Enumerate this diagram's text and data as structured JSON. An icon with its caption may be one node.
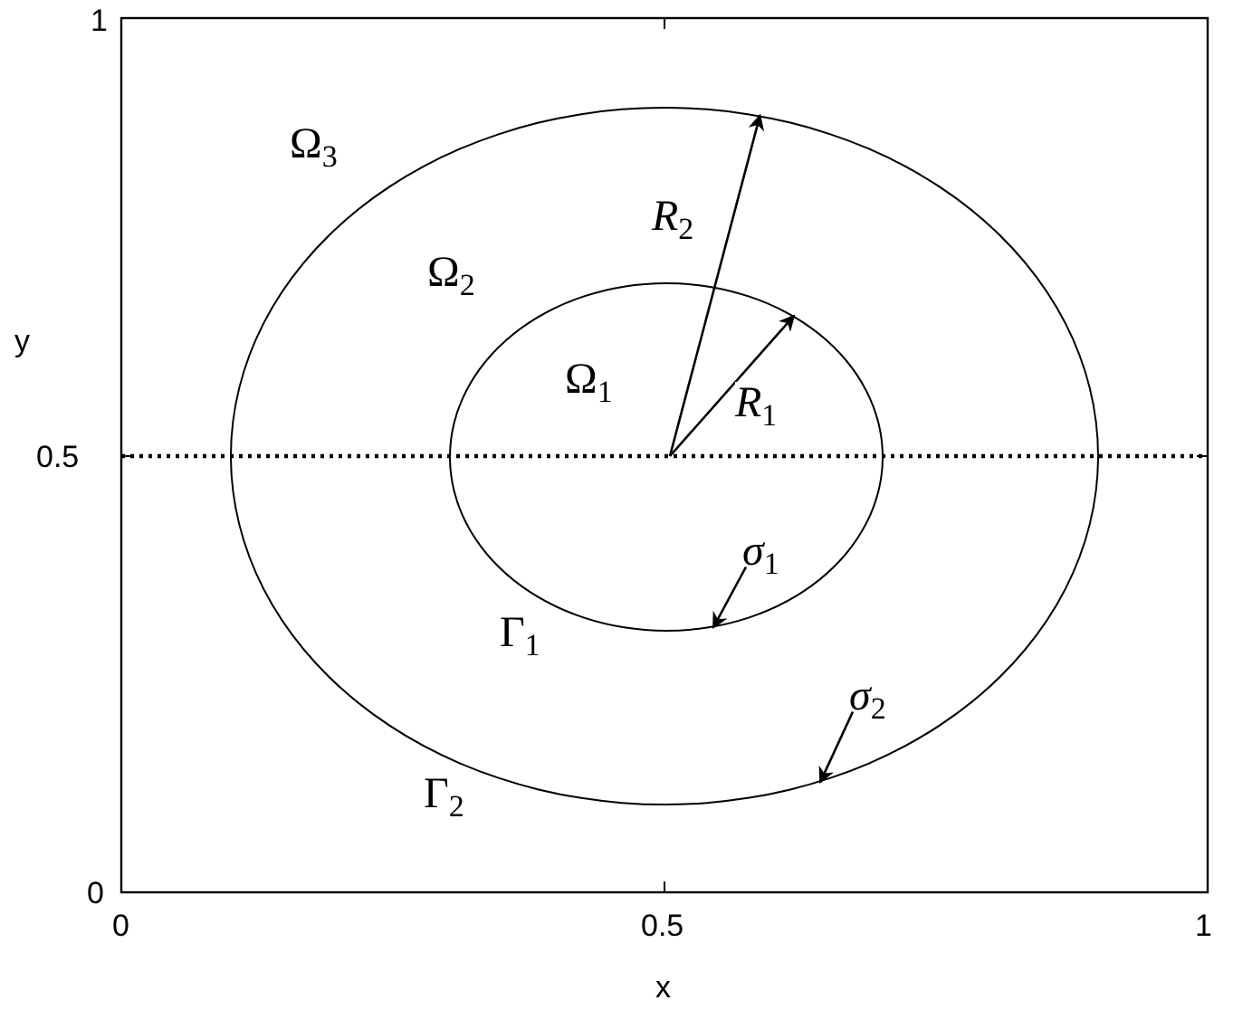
{
  "diagram": {
    "nodes": [
      {
        "text": [],
        "shape": "circle"
      },
      {
        "text": [],
        "shape": "circle",
        "in": 0
      },
      {
        "text": [
          "*σ*$_{1}$"
        ],
        "in": 1
      },
      {
        "text": [
          "*σ*$_{2}$"
        ],
        "in": 0
      }
    ],
    "edges": [
      {
        "from": null,
        "to": 0,
        "arrow": "to",
        "label": "*R*$_{2}$"
      },
      {
        "from": null,
        "to": 1,
        "arrow": "to",
        "label": "*R*$_{1}$"
      },
      {
        "from": 2,
        "to": 1,
        "arrow": "to"
      },
      {
        "from": 3,
        "to": 0,
        "arrow": "to"
      }
    ],
    "labels": [
      "1",
      "Ω$_{3}$",
      "y",
      "Ω$_{2}$",
      "Ω$_{1}$",
      "0.5",
      "Γ$_{1}$",
      "Γ$_{2}$",
      "0",
      "0",
      "0.5",
      "1",
      "x"
    ]
  }
}
